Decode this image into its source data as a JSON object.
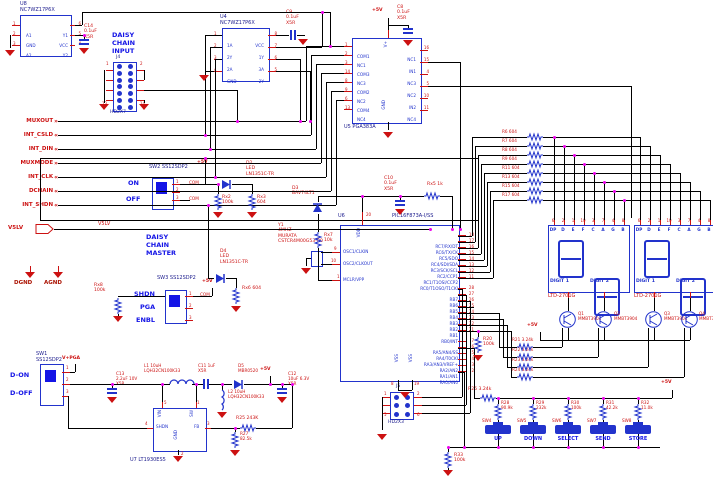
{
  "nets": {
    "left": [
      {
        "name": "MUXOUT",
        "chev": "»"
      },
      {
        "name": "INT_CSLD",
        "chev": "«"
      },
      {
        "name": "INT_DIN",
        "chev": "«"
      },
      {
        "name": "MUXMODE",
        "chev": "»"
      },
      {
        "name": "INT_CLK",
        "chev": "«"
      },
      {
        "name": "DCHAIN",
        "chev": "«"
      },
      {
        "name": "INT_SHDN",
        "chev": "«"
      }
    ],
    "v5lv_port": "V5LV",
    "v5lv": "V5LV",
    "p5": "+5V",
    "vpga": "V+PGA",
    "dgnd": "DGND",
    "agnd": "AGND"
  },
  "labels": {
    "daisy_input": [
      "DAISY",
      "CHAIN",
      "INPUT"
    ],
    "daisy_master": [
      "DAISY",
      "CHAIN",
      "MASTER"
    ]
  },
  "pins123": [
    "1",
    "2",
    "3"
  ],
  "u8": {
    "ref": "U8",
    "part": "NC7WZ17P6X",
    "left": [
      {
        "n": "A1",
        "p": "1"
      },
      {
        "n": "GND",
        "p": "2"
      },
      {
        "n": "A2",
        "p": "3"
      }
    ],
    "right": [
      {
        "n": "Y1",
        "p": "6"
      },
      {
        "n": "VCC",
        "p": "5"
      },
      {
        "n": "Y2",
        "p": "4"
      }
    ]
  },
  "u4": {
    "ref": "U4",
    "part": "NC7WZ17P6X",
    "left": [
      {
        "n": "1A",
        "p": "1"
      },
      {
        "n": "2Y",
        "p": "2"
      },
      {
        "n": "2A",
        "p": "3"
      },
      {
        "n": "GND",
        "p": "4"
      }
    ],
    "right": [
      {
        "n": "VCC",
        "p": "8"
      },
      {
        "n": "1Y",
        "p": "7"
      },
      {
        "n": "3A",
        "p": "6"
      },
      {
        "n": "2Y",
        "p": "5"
      }
    ]
  },
  "u5": {
    "ref": "U5 PGA383A",
    "vplus": "V+",
    "gnd": "GND",
    "left": [
      {
        "n": "COM1",
        "p": "1"
      },
      {
        "n": "NC1",
        "p": "2"
      },
      {
        "n": "COM3",
        "p": "3"
      },
      {
        "n": "NC3",
        "p": "14"
      },
      {
        "n": "COM2",
        "p": "8"
      },
      {
        "n": "NC2",
        "p": "9"
      },
      {
        "n": "COM4",
        "p": "6"
      },
      {
        "n": "NC4",
        "p": "13"
      }
    ],
    "right": [
      {
        "n": "NC1",
        "p": "16"
      },
      {
        "n": "IN1",
        "p": "15"
      },
      {
        "n": "NC3",
        "p": "4"
      },
      {
        "n": "NC2",
        "p": "5"
      },
      {
        "n": "IN2",
        "p": "10"
      },
      {
        "n": "NC4",
        "p": "11"
      }
    ]
  },
  "u6": {
    "ref": "U6",
    "part": "PIC16F873A-I/SS",
    "vdd": "VDD",
    "vdd_pin": "20",
    "vss": "VSS",
    "vss_pins": [
      "8",
      "19"
    ],
    "left": [
      {
        "n": "OSC1/CLKIN",
        "p": "9"
      },
      {
        "n": "OSC2/CLKOUT",
        "p": "10"
      },
      {
        "n": "MCLR/VPP",
        "p": "1"
      }
    ],
    "right": [
      {
        "n": "RC7/RX/DT",
        "p": "18"
      },
      {
        "n": "RC6/TX/CK",
        "p": "17"
      },
      {
        "n": "RC5/SDO",
        "p": "16"
      },
      {
        "n": "RC4/SDI/SDA",
        "p": "15"
      },
      {
        "n": "RC3/SCK/SCL",
        "p": "14"
      },
      {
        "n": "RC2/CCP1",
        "p": "13"
      },
      {
        "n": "RC1/T1OSI/CCP2",
        "p": "12"
      },
      {
        "n": "RC0/T1OSO/T1CKI",
        "p": "11"
      },
      {
        "n": "RB7",
        "p": "28"
      },
      {
        "n": "RB6",
        "p": "27"
      },
      {
        "n": "RB5",
        "p": "26"
      },
      {
        "n": "RB4",
        "p": "25"
      },
      {
        "n": "RB3",
        "p": "24"
      },
      {
        "n": "RB2",
        "p": "23"
      },
      {
        "n": "RB1",
        "p": "22"
      },
      {
        "n": "RB0/INT",
        "p": "21"
      },
      {
        "n": "RA5/AN4/SS",
        "p": "7"
      },
      {
        "n": "RA4/T0CKI",
        "p": "6"
      },
      {
        "n": "RA3/AN3/VREF+",
        "p": "5"
      },
      {
        "n": "RA2/AN2",
        "p": "4"
      },
      {
        "n": "RA1/AN1",
        "p": "3"
      },
      {
        "n": "RA0/AN0",
        "p": "2"
      }
    ]
  },
  "u7": {
    "ref": "U7 LT1930ES5",
    "vin": "VIN",
    "sw": "SW",
    "shdn": "SHDN",
    "fb": "FB",
    "gnd": "GND",
    "pins": {
      "vin": "5",
      "sw": "1",
      "shdn": "4",
      "fb": "3",
      "gnd": "2"
    }
  },
  "j4": {
    "ref": "J4",
    "part": "HD2X7",
    "corners": [
      "1",
      "2",
      "13",
      "14"
    ]
  },
  "j5": {
    "ref": "J5",
    "part": "HD2X3",
    "corners": [
      "1",
      "2",
      "5",
      "6"
    ]
  },
  "sw1": {
    "ref": "SW1",
    "part": "SS12SDP2",
    "on": "D-ON",
    "off": "D-OFF"
  },
  "sw2": {
    "ref": "SW2",
    "part": "SS12SDP2",
    "on": "ON",
    "off": "OFF",
    "com1": "COM",
    "com2": "COM"
  },
  "sw3": {
    "ref": "SW3",
    "part": "SS12SDP2",
    "a": "SHDN",
    "b": "PGA",
    "c": "ENBL",
    "com": "COM"
  },
  "parts": {
    "c14": [
      "C14",
      "0.1uF",
      "X5R"
    ],
    "c9": [
      "C9",
      "0.1uF",
      "X5R"
    ],
    "c8": [
      "C8",
      "0.1uF",
      "X5R"
    ],
    "c10": [
      "C10",
      "0.1uF",
      "X5R"
    ],
    "c13": [
      "C13",
      "2.2uF 10V",
      "X5R"
    ],
    "c11": [
      "C11 1uF",
      "X5R"
    ],
    "c12": [
      "C12",
      "10uF 6.3V",
      "X5R"
    ],
    "d2": [
      "D2",
      "LED",
      "LN1351C-TR"
    ],
    "d4": [
      "D4",
      "LED",
      "LN1351C-TR"
    ],
    "d3": [
      "D3",
      "BAV74LT1"
    ],
    "d5": [
      "D5",
      "MBR0520"
    ],
    "y1": [
      "Y1",
      "4MHZ",
      "MURATA",
      "CSTCR4M00G53-R0"
    ],
    "l1": [
      "L1 10uH",
      "LQH32CN100K33"
    ],
    "l2": [
      "L2 10uH",
      "LQH32CN100K33"
    ],
    "rx2": [
      "Rx2",
      "100k"
    ],
    "rx3": [
      "Rx3",
      "604"
    ],
    "rx6": [
      "Rx6",
      "604"
    ],
    "rx7": [
      "Rx7",
      "10k"
    ],
    "rx8": [
      "Rx8",
      "100k"
    ],
    "rx5": [
      "Rx5 1k"
    ],
    "r20": [
      "R20",
      "100k"
    ],
    "r33": [
      "R33",
      "100k"
    ],
    "r25": [
      "R25 243K"
    ],
    "r27": [
      "R27",
      "82.5k"
    ],
    "r26": [
      "R26 3.24k"
    ]
  },
  "seg_resistors": [
    "R6 604",
    "R7 604",
    "R8 604",
    "R9 604",
    "R11 604",
    "R13 604",
    "R15 604",
    "R17 604"
  ],
  "base_resistors": [
    "R21 3.24k",
    "R22 3.24k",
    "R23 3.24k",
    "R24 3.24k"
  ],
  "ladder": [
    {
      "ref": "R28",
      "val": "90.9k",
      "sw": "SW4",
      "label": "UP"
    },
    {
      "ref": "R29",
      "val": "232k",
      "sw": "SW5",
      "label": "DOWN"
    },
    {
      "ref": "R30",
      "val": "100k",
      "sw": "SW6",
      "label": "SELECT"
    },
    {
      "ref": "R31",
      "val": "42.2k",
      "sw": "SW7",
      "label": "SEND"
    },
    {
      "ref": "R32",
      "val": "11.0k",
      "sw": "SW8",
      "label": "STORE"
    }
  ],
  "displays": [
    {
      "ref": "LTD-2701G",
      "d1": "DIGIT 1",
      "d2": "DIGIT 2",
      "pins": [
        "6",
        "2",
        "1",
        "10",
        "3",
        "7",
        "4",
        "8"
      ],
      "segs": [
        "DP",
        "D",
        "E",
        "F",
        "C",
        "A",
        "G",
        "B"
      ]
    },
    {
      "ref": "LTD-2701G",
      "d1": "DIGIT 1",
      "d2": "DIGIT 2",
      "pins": [
        "6",
        "2",
        "1",
        "10",
        "3",
        "7",
        "4",
        "8"
      ],
      "segs": [
        "DP",
        "D",
        "E",
        "F",
        "C",
        "A",
        "G",
        "B"
      ]
    }
  ],
  "transistors": [
    {
      "ref": "Q1",
      "part": "MMBT3904"
    },
    {
      "ref": "Q2",
      "part": "MMBT3904"
    },
    {
      "ref": "Q3",
      "part": "MMBT3904"
    },
    {
      "ref": "Q4",
      "part": "MMBT3904"
    }
  ]
}
